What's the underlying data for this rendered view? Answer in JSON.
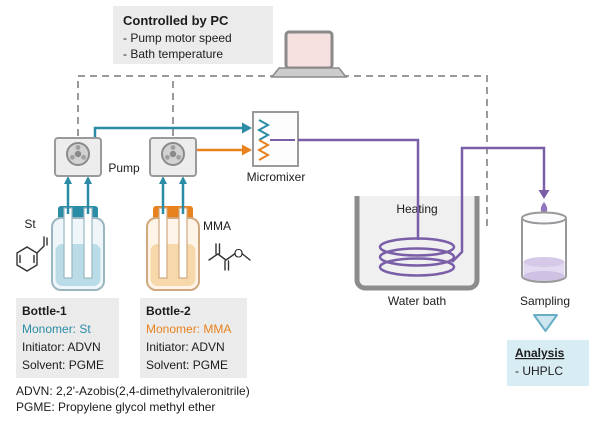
{
  "colors": {
    "teal": "#2b8ca6",
    "orange": "#e8821e",
    "purple": "#7a5fa8",
    "dashed_gray": "#9a9a9a",
    "box_gray": "#ebebeb",
    "analysis_blue": "#d8ecf4",
    "laptop_screen_pink": "#f6e0e0"
  },
  "pc": {
    "title": "Controlled by PC",
    "items": [
      "- Pump motor speed",
      "- Bath temperature"
    ]
  },
  "labels": {
    "pump": "Pump",
    "micromixer": "Micromixer",
    "heating": "Heating",
    "water_bath": "Water bath",
    "sampling": "Sampling",
    "st": "St",
    "mma": "MMA",
    "o_atom": "O"
  },
  "bottle1": {
    "title": "Bottle-1",
    "monomer": "Monomer: St",
    "initiator": "Initiator: ADVN",
    "solvent": "Solvent: PGME"
  },
  "bottle2": {
    "title": "Bottle-2",
    "monomer": "Monomer: MMA",
    "initiator": "Initiator: ADVN",
    "solvent": "Solvent: PGME"
  },
  "analysis": {
    "title": "Analysis",
    "item": "- UHPLC"
  },
  "footnotes": [
    "ADVN: 2,2'-Azobis(2,4-dimethylvaleronitrile)",
    "PGME: Propylene glycol methyl ether"
  ]
}
